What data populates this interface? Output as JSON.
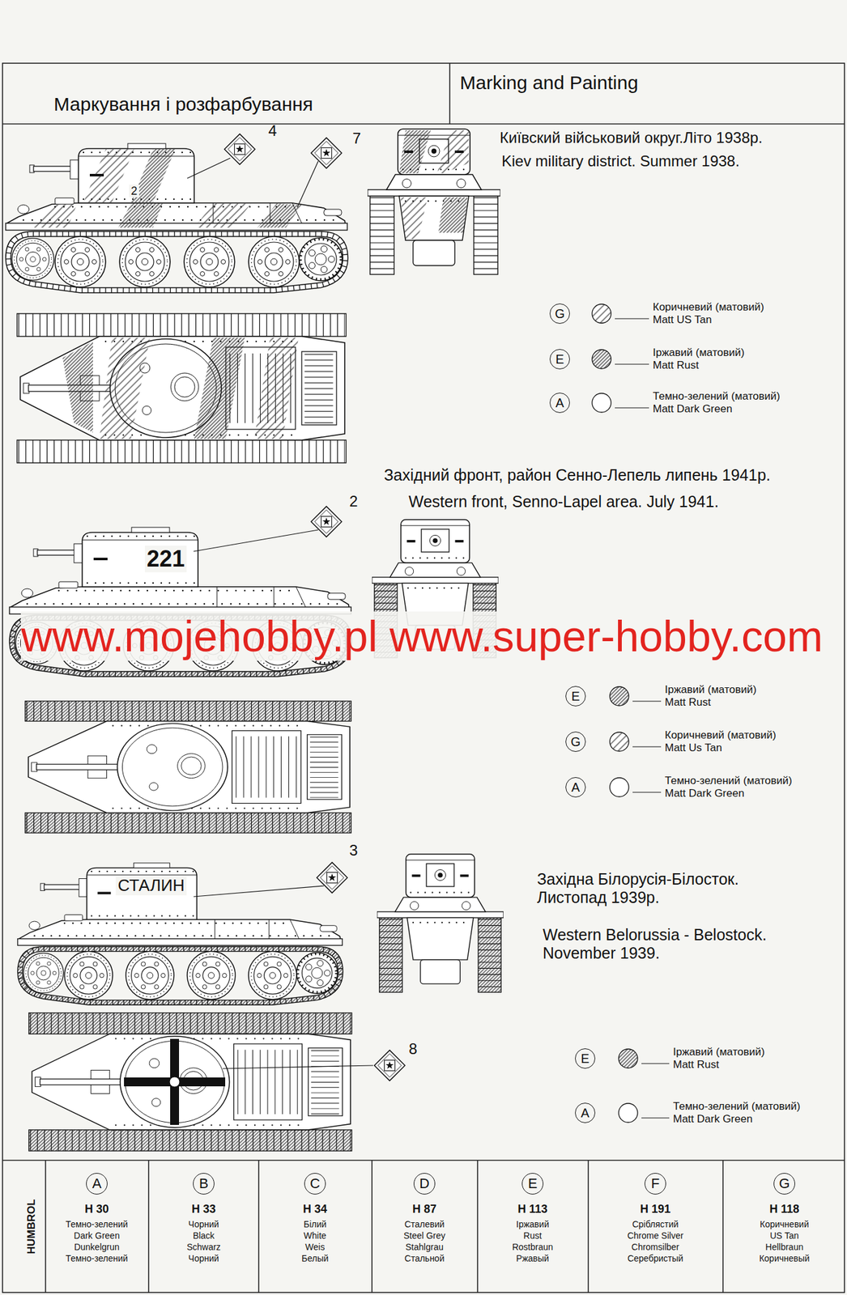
{
  "diagram": {
    "title": "Маркування і розфарбування",
    "nodes": [
      {
        "text": [
          "G"
        ]
      },
      {
        "text": [
          "E"
        ]
      },
      {
        "text": [
          "A"
        ]
      },
      {
        "text": [
          "E"
        ]
      },
      {
        "text": [
          "G"
        ]
      },
      {
        "text": [
          "A"
        ]
      },
      {
        "text": [
          "E"
        ]
      },
      {
        "text": [
          "A"
        ]
      },
      {
        "text": [
          "A"
        ]
      },
      {
        "text": [
          "B"
        ]
      },
      {
        "text": [
          "C"
        ]
      },
      {
        "text": [
          "D"
        ]
      },
      {
        "text": [
          "E"
        ]
      },
      {
        "text": [
          "F"
        ]
      },
      {
        "text": [
          "G"
        ]
      }
    ],
    "labels": [
      "Marking and Painting",
      "Київский військовий округ.Літо 1938р.",
      "Kiev military district. Summer 1938.",
      "4",
      "7",
      "2",
      "Західний фронт, район Сенно-Лепель липень 1941р.",
      "Western front, Senno-Lapel area. July 1941.",
      "2",
      "221",
      "www.mojehobby.pl www.super-hobby.com",
      "Західна Білорусія-Білосток. Листопад 1939р.",
      "Western Belorussia - Belostock. November 1939.",
      "3",
      "СТАЛИН",
      "8",
      "HUMBROL",
      "H 30",
      "Темно-зелений",
      "Dark Green",
      "Dunkelgrun",
      "Темно-зелений",
      "H 33",
      "Чорний",
      "Black",
      "Schwarz",
      "Чорний",
      "H 34",
      "Білий",
      "White",
      "Weis",
      "Белый",
      "H 87",
      "Сталевий",
      "Steel Grey",
      "Stahlgrau",
      "Стальной",
      "H 113",
      "Іржавий",
      "Rust",
      "Rostbraun",
      "Ржавый",
      "H 191",
      "Сріблястий",
      "Chrome Silver",
      "Chromsilber",
      "Серебристый",
      "H 118",
      "Коричневий",
      "US Tan",
      "Hellbraun",
      "Коричневый"
    ],
    "legend": [
      {
        "text": "Коричневий (матовий) Matt US Tan"
      },
      {
        "text": "Іржавий (матовий) Matt Rust"
      },
      {
        "text": "Темно-зелений (матовий) Matt Dark Green"
      },
      {
        "text": "Іржавий (матовий) Matt Rust"
      },
      {
        "text": "Коричневий (матовий) Matt Us Tan"
      },
      {
        "text": "Темно-зелений (матовий) Matt Dark Green"
      },
      {
        "text": "Іржавий (матовий) Matt Rust"
      },
      {
        "text": "Темно-зелений (матовий) Matt Dark Green"
      }
    ]
  }
}
